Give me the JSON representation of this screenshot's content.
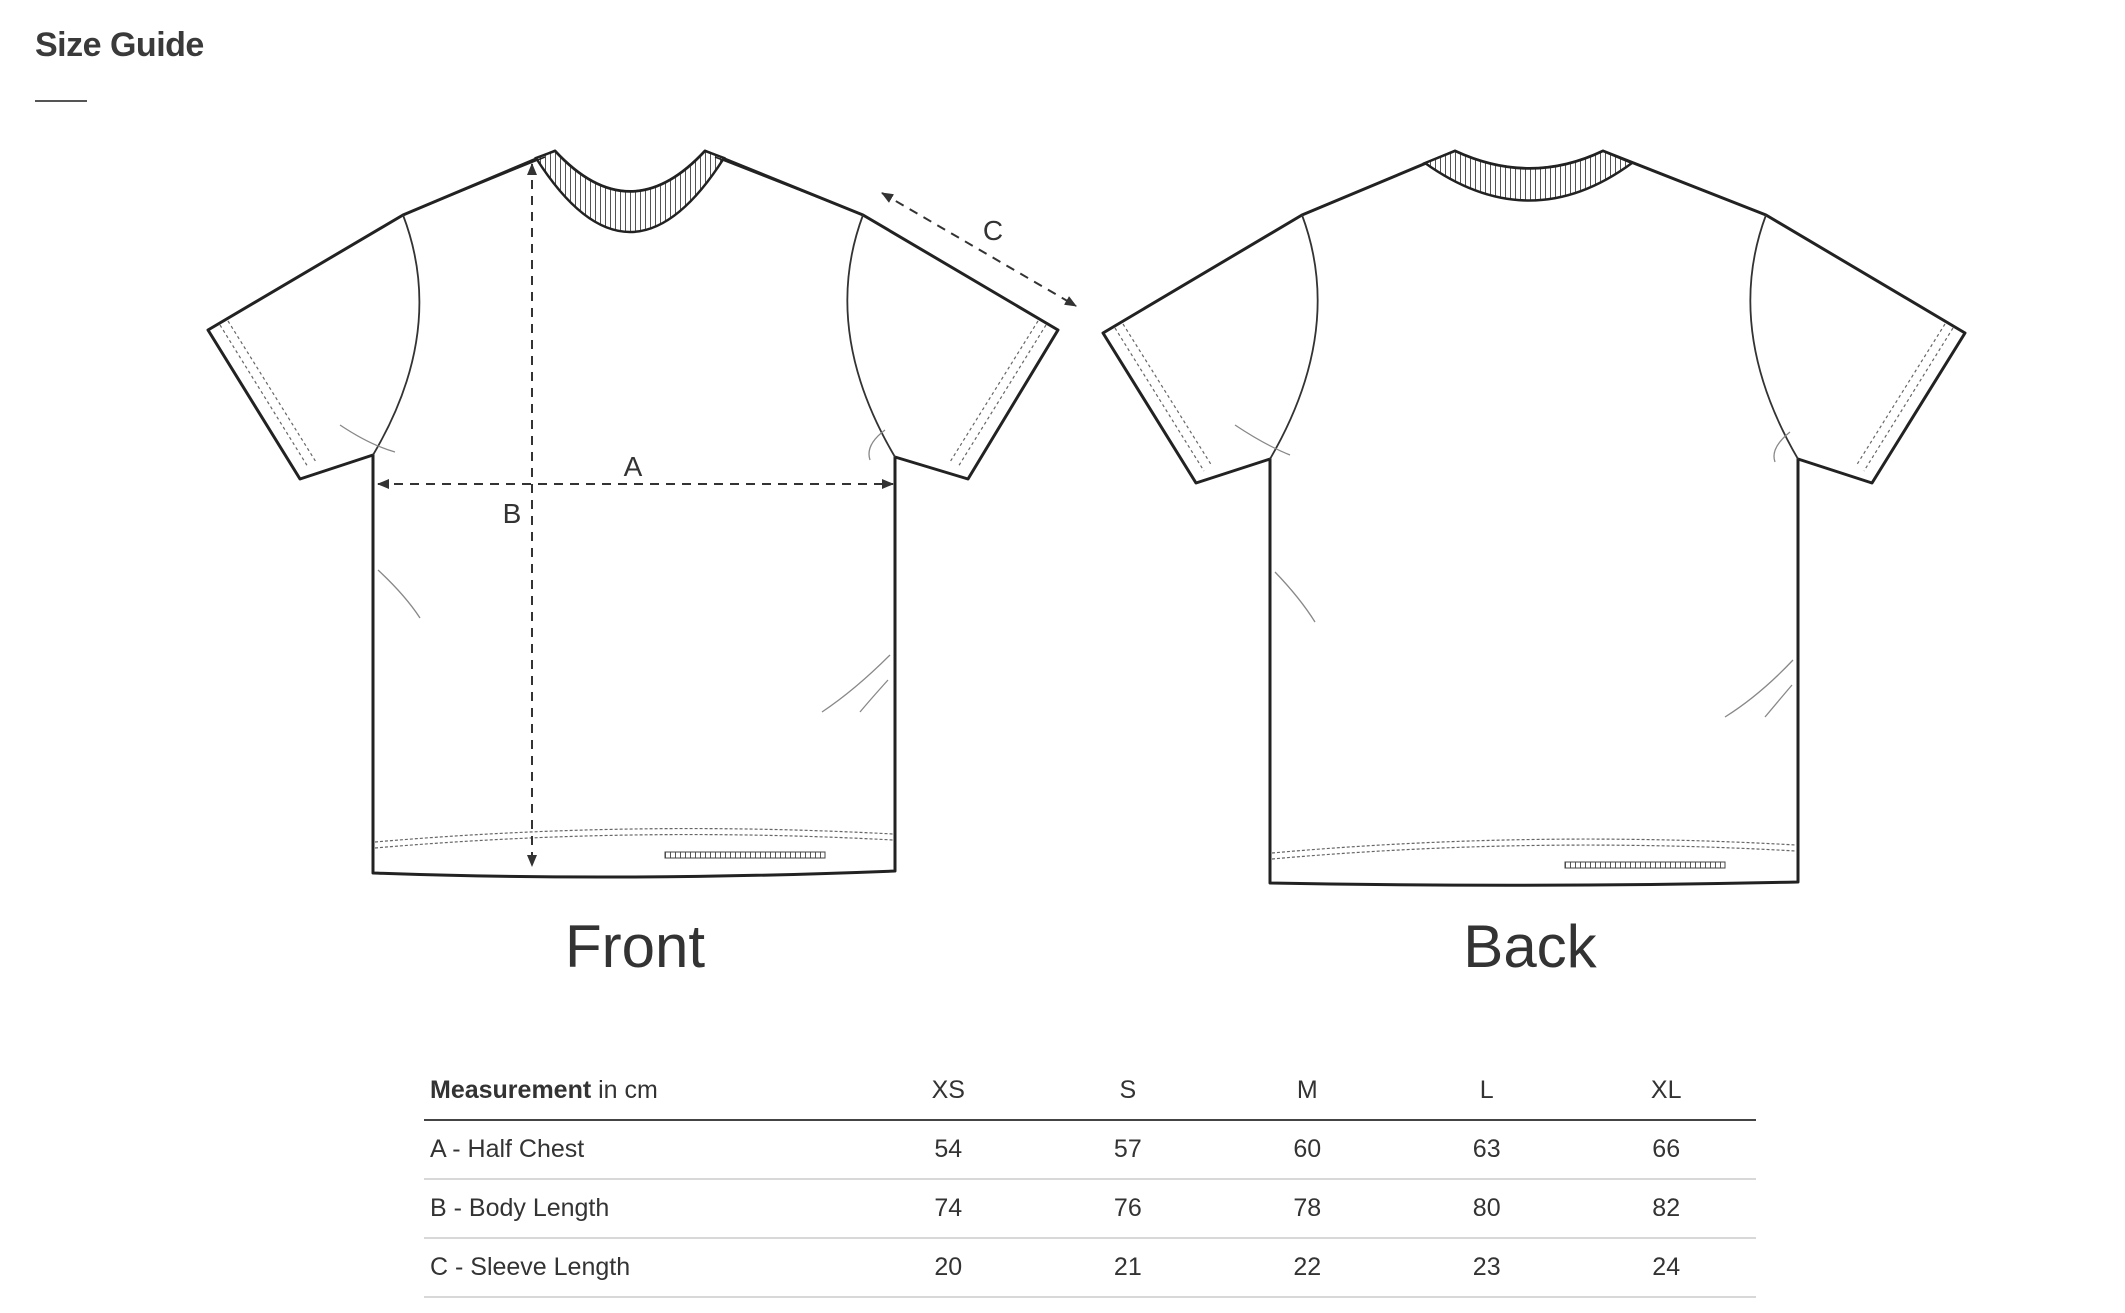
{
  "page": {
    "title": "Size Guide"
  },
  "diagram": {
    "front_label": "Front",
    "back_label": "Back",
    "dimension_labels": {
      "a": "A",
      "b": "B",
      "c": "C"
    }
  },
  "table": {
    "header": {
      "measurement_bold": "Measurement",
      "measurement_unit": "in cm",
      "sizes": [
        "XS",
        "S",
        "M",
        "L",
        "XL"
      ]
    },
    "rows": [
      {
        "label": "A - Half Chest",
        "values": [
          "54",
          "57",
          "60",
          "63",
          "66"
        ]
      },
      {
        "label": "B - Body Length",
        "values": [
          "74",
          "76",
          "78",
          "80",
          "82"
        ]
      },
      {
        "label": "C - Sleeve Length",
        "values": [
          "20",
          "21",
          "22",
          "23",
          "24"
        ]
      }
    ]
  },
  "colors": {
    "text": "#333333",
    "line": "#222222",
    "rule_header": "#444444",
    "rule_row": "#d8d8d8"
  }
}
